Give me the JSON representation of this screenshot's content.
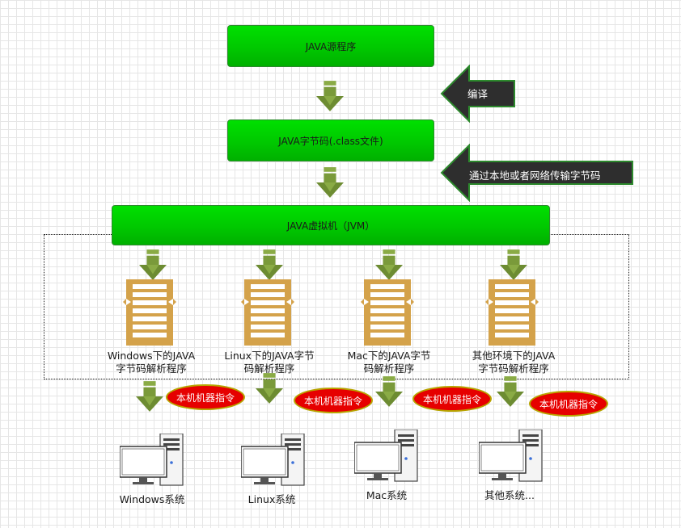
{
  "boxes": {
    "source": "JAVA源程序",
    "bytecode": "JAVA字节码(.class文件)",
    "jvm": "JAVA虚拟机（JVM）"
  },
  "side_arrows": {
    "compile": "编译",
    "transfer": "通过本地或者网络传输字节码"
  },
  "interpreters": [
    {
      "line1": "Windows下的JAVA",
      "line2": "字节码解析程序"
    },
    {
      "line1": "Linux下的JAVA字节",
      "line2": "码解析程序"
    },
    {
      "line1": "Mac下的JAVA字节",
      "line2": "码解析程序"
    },
    {
      "line1": "其他环境下的JAVA",
      "line2": "字节码解析程序"
    }
  ],
  "badges": [
    "本机机器指令",
    "本机机器指令",
    "本机机器指令",
    "本机机器指令"
  ],
  "systems": [
    "Windows系统",
    "Linux系统",
    "Mac系统",
    "其他系统..."
  ],
  "colors": {
    "box_green": "#00c800",
    "arrow_green": "#7a9a3a",
    "dark_arrow": "#2e2e2e",
    "badge_red": "#e60000",
    "interpreter_gold": "#d4a24a"
  }
}
